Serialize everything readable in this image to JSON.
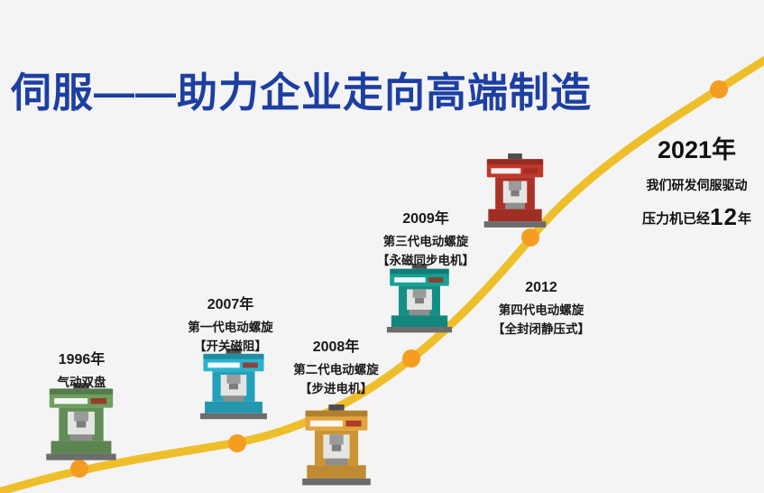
{
  "title": "伺服——助力企业走向高端制造",
  "colors": {
    "title_blue": "#1d3fa1",
    "curve_gold": "#eebf2a",
    "dot_orange": "#f59d21",
    "background": "#f4f4f5"
  },
  "milestones": [
    {
      "year": "1996年",
      "line1": "气动双盘",
      "machine_icon": "pneumatic-double-disc-press-icon",
      "machine_color": "#6e9e60"
    },
    {
      "year": "2007年",
      "line1": "第一代电动螺旋",
      "line2": "【开关磁阻】",
      "machine_icon": "first-gen-electric-screw-press-icon",
      "machine_color": "#29b4ce"
    },
    {
      "year": "2008年",
      "line1": "第二代电动螺旋",
      "line2": "【步进电机】",
      "machine_icon": "second-gen-electric-screw-press-icon",
      "machine_color": "#e3a53c"
    },
    {
      "year": "2009年",
      "line1": "第三代电动螺旋",
      "line2": "【永磁同步电机】",
      "machine_icon": "third-gen-electric-screw-press-icon",
      "machine_color": "#17a095"
    },
    {
      "year": "2012",
      "line1": "第四代电动螺旋",
      "line2": "【全封闭静压式】",
      "machine_icon": "fourth-gen-electric-screw-press-icon",
      "machine_color": "#c0372b"
    }
  ],
  "finale": {
    "year": "2021年",
    "line1": "我们研发伺服驱动",
    "line2_prefix": "压力机已经",
    "line2_number": "12",
    "line2_suffix": "年"
  }
}
